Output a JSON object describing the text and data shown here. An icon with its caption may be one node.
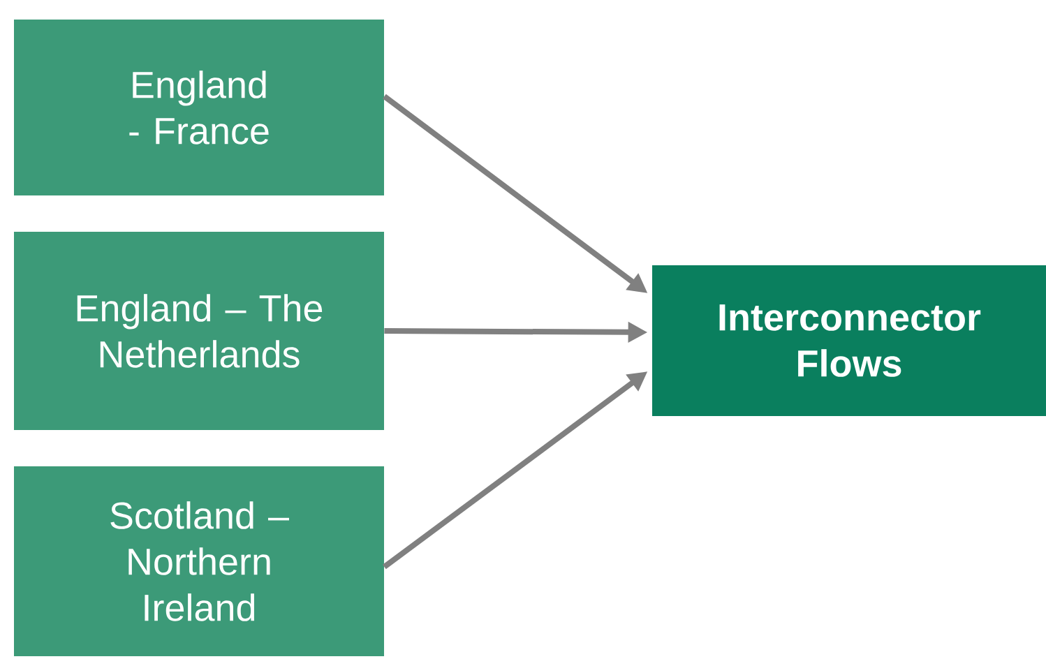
{
  "diagram": {
    "nodes": [
      {
        "text": [
          "England - France"
        ]
      },
      {
        "text": [
          "England – The Netherlands"
        ]
      },
      {
        "text": [
          "Scotland – Northern Ireland"
        ]
      },
      {
        "text": [
          "Interconnector Flows"
        ]
      }
    ],
    "edges": [
      {
        "from": 0,
        "to": 3,
        "arrow": "to"
      },
      {
        "from": 1,
        "to": 3,
        "arrow": "to"
      },
      {
        "from": 2,
        "to": 3,
        "arrow": "to"
      }
    ]
  }
}
